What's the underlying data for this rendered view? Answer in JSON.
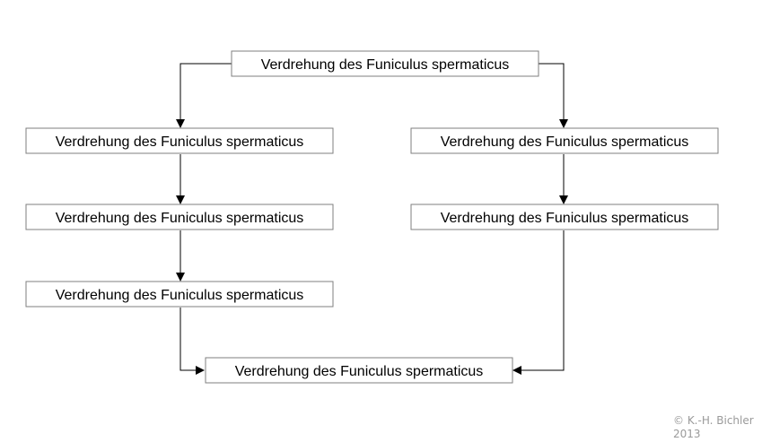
{
  "nodes": [
    {
      "id": "top",
      "label": "Verdrehung des Funiculus spermaticus"
    },
    {
      "id": "left-1",
      "label": "Verdrehung des Funiculus spermaticus"
    },
    {
      "id": "left-2",
      "label": "Verdrehung des Funiculus spermaticus"
    },
    {
      "id": "left-3",
      "label": "Verdrehung des Funiculus spermaticus"
    },
    {
      "id": "right-1",
      "label": "Verdrehung des Funiculus spermaticus"
    },
    {
      "id": "right-2",
      "label": "Verdrehung des Funiculus spermaticus"
    },
    {
      "id": "bottom",
      "label": "Verdrehung des Funiculus spermaticus"
    }
  ],
  "edges": [
    {
      "from": "top",
      "to": "left-1"
    },
    {
      "from": "top",
      "to": "right-1"
    },
    {
      "from": "left-1",
      "to": "left-2"
    },
    {
      "from": "left-2",
      "to": "left-3"
    },
    {
      "from": "right-1",
      "to": "right-2"
    },
    {
      "from": "left-3",
      "to": "bottom"
    },
    {
      "from": "right-2",
      "to": "bottom"
    }
  ],
  "copyright": {
    "line1": "© K.-H. Bichler",
    "line2": "2013"
  }
}
